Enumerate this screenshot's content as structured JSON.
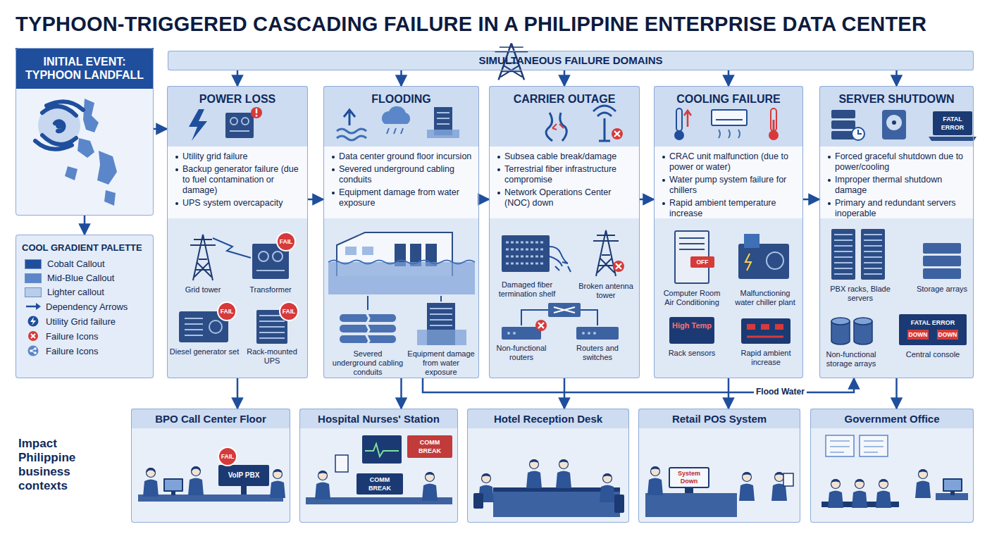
{
  "diagram": {
    "title": "TYPHOON-TRIGGERED CASCADING FAILURE IN A PHILIPPINE ENTERPRISE DATA CENTER",
    "nodes": [
      {
        "text": [
          "INITIAL EVENT: TYPHOON LANDFALL"
        ]
      },
      {
        "text": [
          "COOL GRADIENT PALETTE"
        ]
      },
      {
        "text": [
          "SIMULTANEOUS FAILURE DOMAINS"
        ]
      },
      {
        "text": [
          "POWER LOSS",
          "Utility grid failure",
          "Backup generator failure (due to fuel contamination or damage)",
          "UPS system overcapacity"
        ]
      },
      {
        "text": [
          "FLOODING",
          "Data center ground floor incursion",
          "Severed underground cabling conduits",
          "Equipment damage from water exposure"
        ]
      },
      {
        "text": [
          "CARRIER OUTAGE",
          "Subsea cable break/damage",
          "Terrestrial fiber infrastructure compromise",
          "Network Operations Center (NOC) down"
        ]
      },
      {
        "text": [
          "COOLING FAILURE",
          "CRAC unit malfunction (due to power or water)",
          "Water pump system failure for chillers",
          "Rapid ambient temperature increase"
        ]
      },
      {
        "text": [
          "SERVER SHUTDOWN",
          "Forced graceful shutdown due to power/cooling",
          "Improper thermal shutdown damage",
          "Primary and redundant servers inoperable"
        ]
      },
      {
        "text": [
          "BPO Call Center Floor"
        ]
      },
      {
        "text": [
          "Hospital Nurses' Station"
        ]
      },
      {
        "text": [
          "Hotel Reception Desk"
        ]
      },
      {
        "text": [
          "Retail POS System"
        ]
      },
      {
        "text": [
          "Government Office"
        ]
      }
    ],
    "edges": [
      {
        "from": 0,
        "to": 3,
        "arrow": "to"
      },
      {
        "from": 0,
        "to": 1,
        "arrow": "to"
      },
      {
        "from": 2,
        "to": 3,
        "arrow": "to"
      },
      {
        "from": 2,
        "to": 4,
        "arrow": "to"
      },
      {
        "from": 2,
        "to": 5,
        "arrow": "to"
      },
      {
        "from": 2,
        "to": 6,
        "arrow": "to"
      },
      {
        "from": 2,
        "to": 7,
        "arrow": "to"
      },
      {
        "from": 3,
        "to": 4,
        "arrow": "to"
      },
      {
        "from": 4,
        "to": 5,
        "arrow": "to"
      },
      {
        "from": 5,
        "to": 6,
        "arrow": "to"
      },
      {
        "from": 6,
        "to": 7,
        "arrow": "to"
      },
      {
        "from": 3,
        "to": 8,
        "arrow": "to"
      },
      {
        "from": 4,
        "to": 9,
        "arrow": "to"
      },
      {
        "from": 5,
        "to": 10,
        "arrow": "to"
      },
      {
        "from": 6,
        "to": 11,
        "arrow": "to"
      },
      {
        "from": 7,
        "to": 12,
        "arrow": "to"
      },
      {
        "from": 4,
        "to": 7,
        "label": "Flood Water",
        "arrow": "to"
      }
    ],
    "labels": [
      "Grid tower",
      "Transformer",
      "FAIL",
      "Diesel generator set",
      "Rack-mounted UPS",
      "FAIL",
      "FAIL",
      "Severed underground cabling conduits",
      "Equipment damage from water exposure",
      "Damaged fiber termination shelf",
      "Broken antenna tower",
      "Non-functional routers",
      "Routers and switches",
      "Computer Room Air Conditioning",
      "OFF",
      "Malfunctioning water chiller plant",
      "High Temp",
      "Rack sensors",
      "Rapid ambient increase",
      "PBX racks, Blade servers",
      "Storage arrays",
      "Non-functional storage arrays",
      "FATAL ERROR",
      "DOWN",
      "DOWN",
      "Central console",
      "FATAL ERROR",
      "FAIL",
      "VoIP PBX",
      "COMM BREAK",
      "COMM BREAK",
      "System Down",
      "Impact Philippine business contexts"
    ],
    "legend": [
      {
        "text": "Cobalt Callout",
        "color": "#1f4e9c"
      },
      {
        "text": "Mid-Blue Callout",
        "color": "#5b86c9"
      },
      {
        "text": "Lighter callout",
        "color": "#b8cdea"
      },
      {
        "text": "Dependency Arrows"
      },
      {
        "text": "Utility Grid failure"
      },
      {
        "text": "Failure Icons"
      },
      {
        "text": "Failure Icons"
      }
    ]
  }
}
